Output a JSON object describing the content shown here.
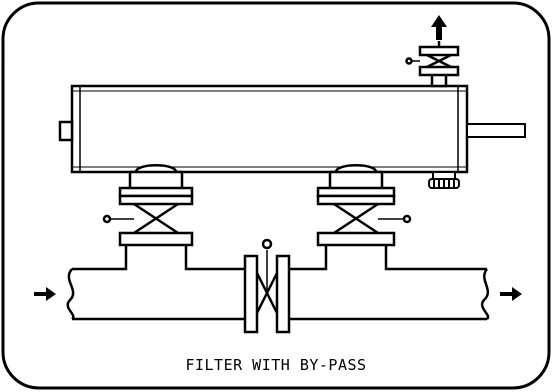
{
  "diagram": {
    "caption": "FILTER WITH BY-PASS",
    "colors": {
      "stroke": "#000000",
      "fill": "#ffffff",
      "background": "#ffffff"
    },
    "components": [
      "filter-housing",
      "vent-valve",
      "inlet-isolation-valve",
      "outlet-isolation-valve",
      "bypass-valve",
      "inlet-pipe",
      "outlet-pipe",
      "drain-plug",
      "shaft"
    ],
    "icons": [
      "vent-up-arrow-icon",
      "inlet-flow-arrow-icon",
      "outlet-flow-arrow-icon"
    ]
  }
}
